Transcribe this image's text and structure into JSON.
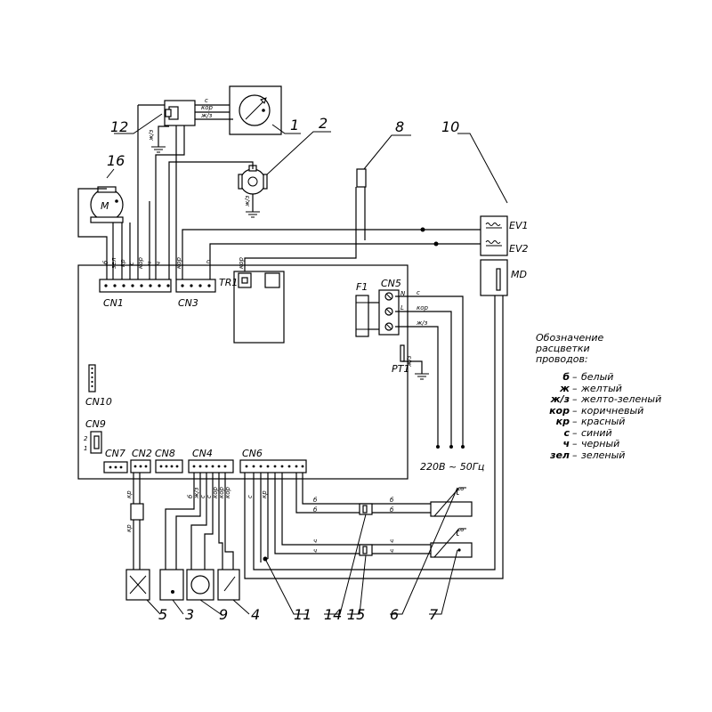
{
  "connectors": {
    "cn1": "CN1",
    "cn2": "CN2",
    "cn3": "CN3",
    "cn4": "CN4",
    "cn5": "CN5",
    "cn6": "CN6",
    "cn7": "CN7",
    "cn8": "CN8",
    "cn9": "CN9",
    "cn10": "CN10"
  },
  "components": {
    "tr1": "TR1",
    "f1": "F1",
    "pt1": "PT1",
    "ev1": "EV1",
    "ev2": "EV2",
    "md": "MD",
    "motor": "M"
  },
  "cn5_pins": {
    "n": "N",
    "l": "L"
  },
  "cn9_pins": {
    "p2": "2",
    "p1": "1"
  },
  "power": {
    "voltage": "220В",
    "freq": "~ 50Гц"
  },
  "wire_labels": {
    "s": "с",
    "kor": "кор",
    "zh_z": "ж/з",
    "b": "б",
    "zel": "зел",
    "ch": "ч",
    "kr": "кр"
  },
  "callouts": [
    "1",
    "2",
    "3",
    "4",
    "5",
    "6",
    "7",
    "8",
    "9",
    "10",
    "11",
    "12",
    "14",
    "15",
    "16"
  ],
  "sensor_mark": "t°",
  "legend": {
    "title": [
      "Обозначение",
      "расцветки",
      "проводов:"
    ],
    "items": [
      {
        "abbr": "б",
        "name": "белый"
      },
      {
        "abbr": "ж",
        "name": "желтый"
      },
      {
        "abbr": "ж/з",
        "name": "желто-зеленый"
      },
      {
        "abbr": "кор",
        "name": "коричневый"
      },
      {
        "abbr": "кр",
        "name": "красный"
      },
      {
        "abbr": "с",
        "name": "синий"
      },
      {
        "abbr": "ч",
        "name": "черный"
      },
      {
        "abbr": "зел",
        "name": "зеленый"
      }
    ]
  }
}
